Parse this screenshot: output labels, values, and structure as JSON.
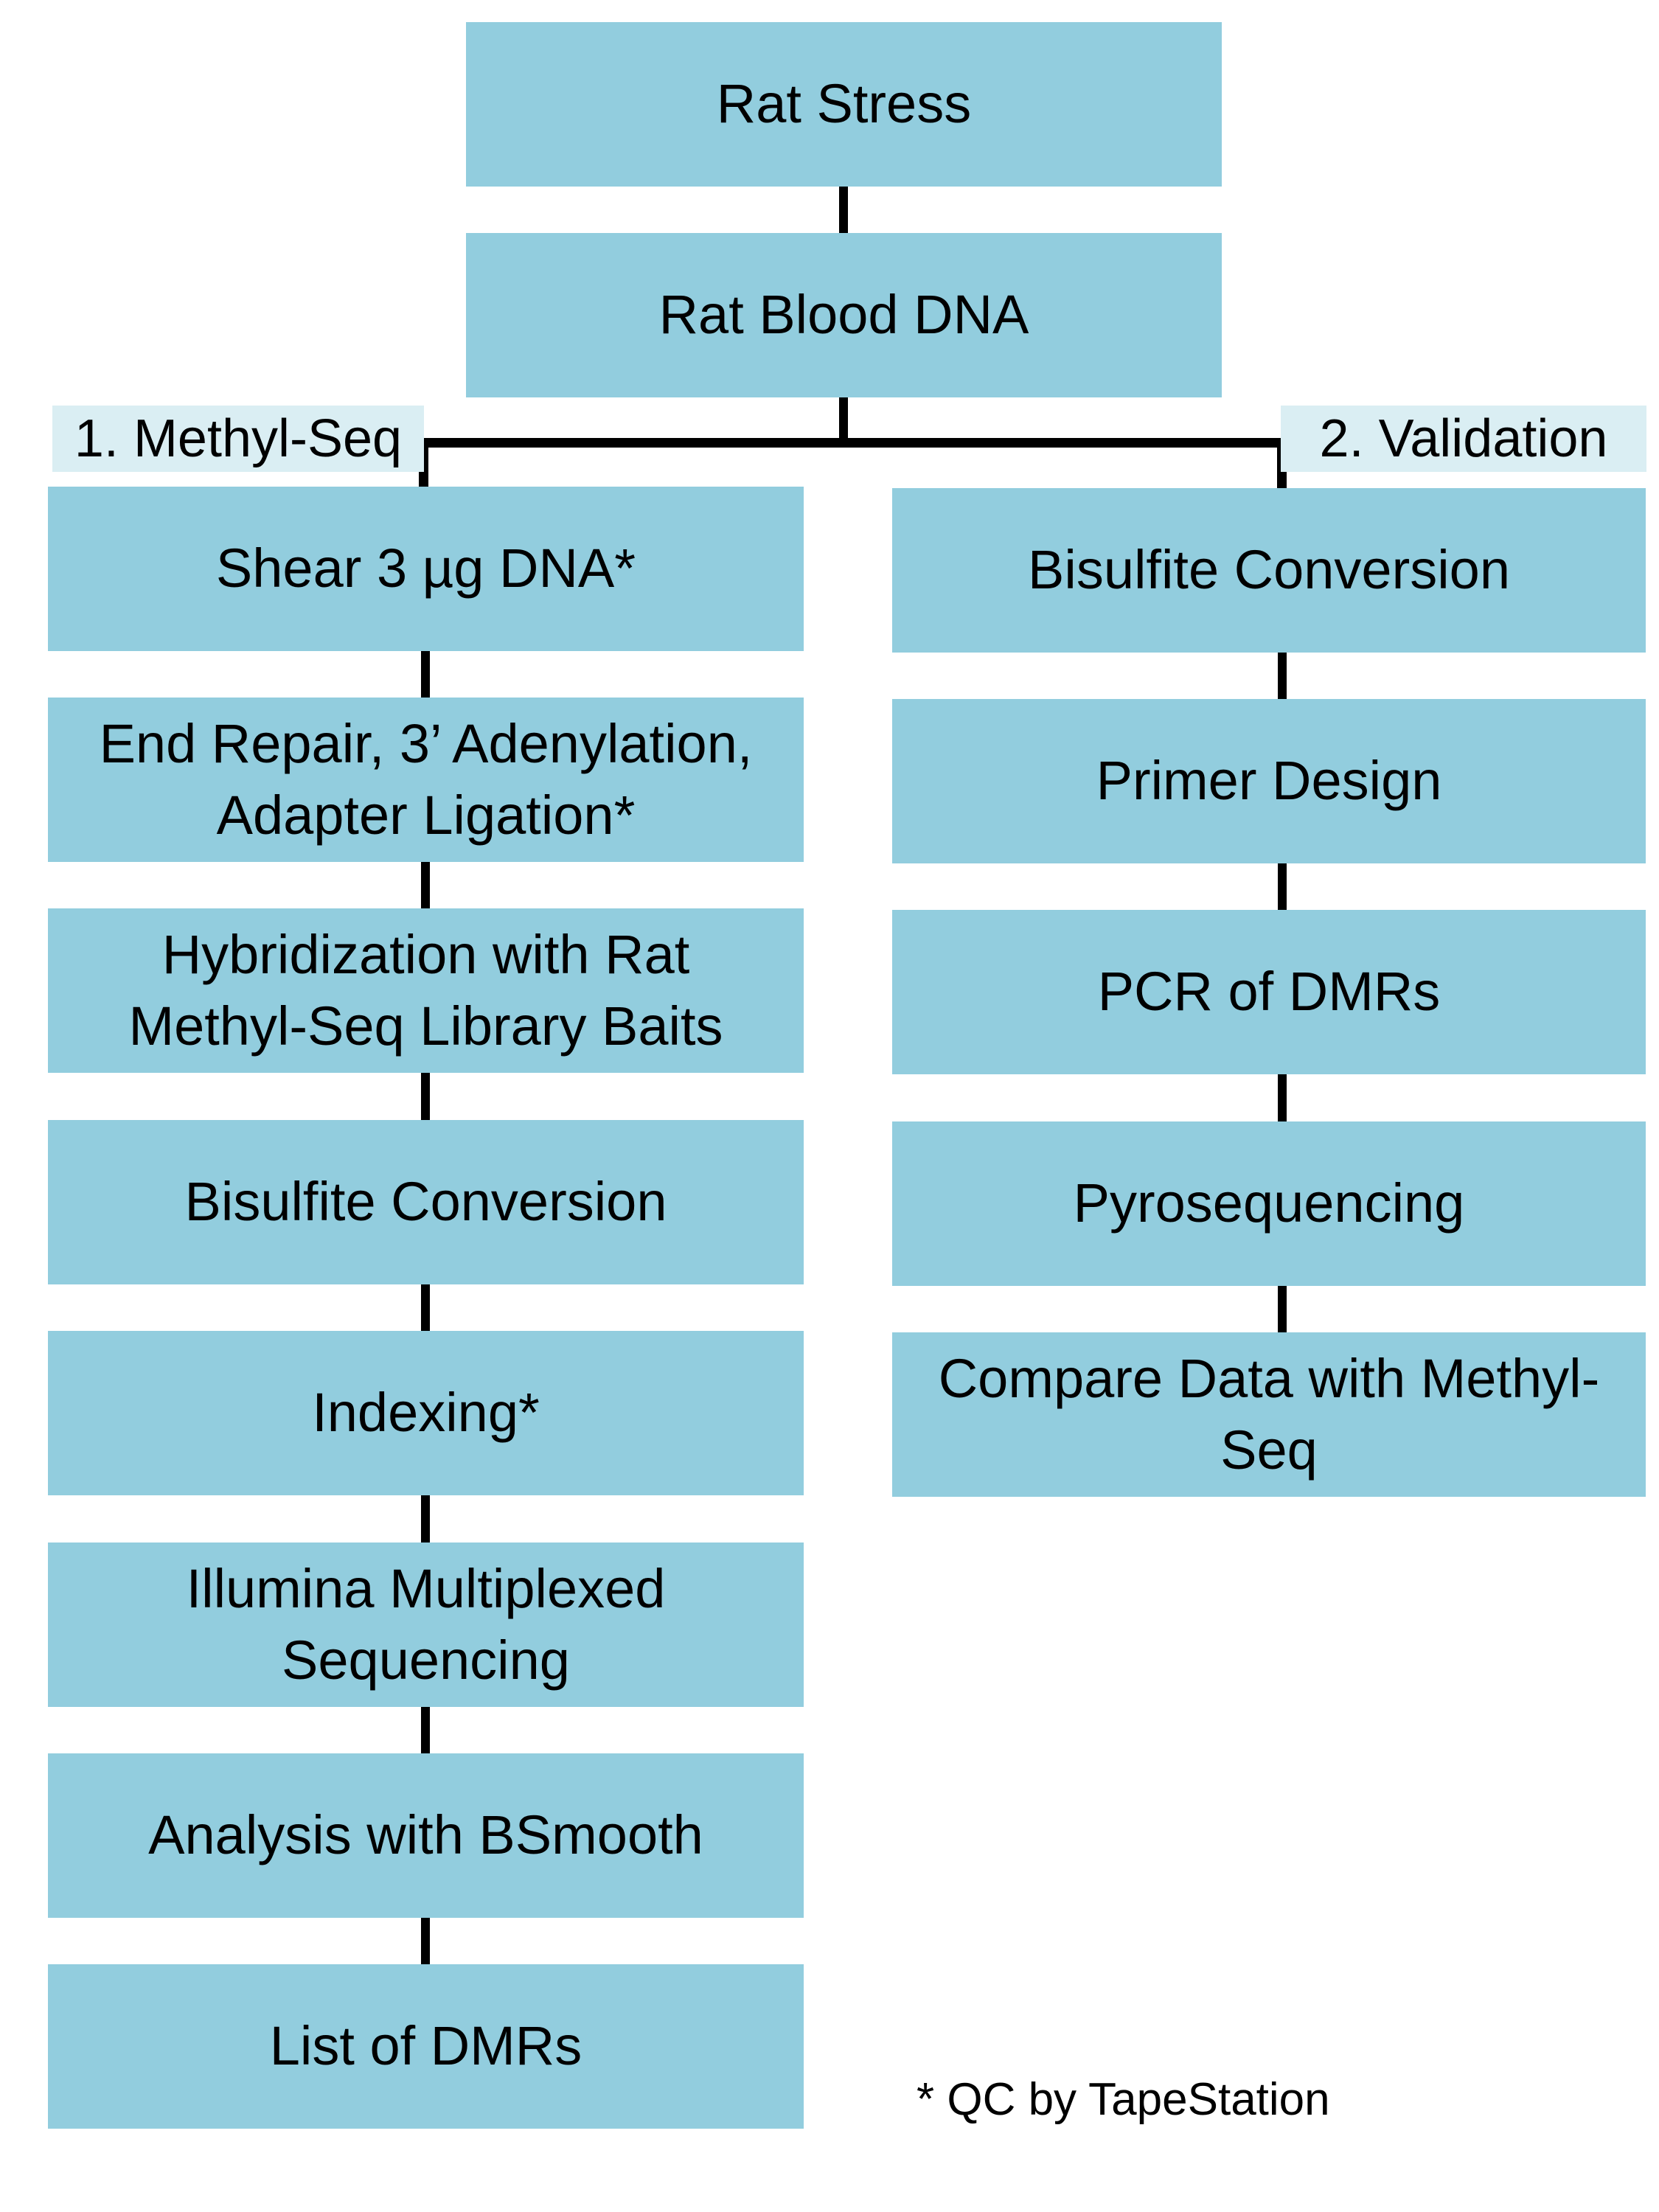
{
  "colors": {
    "node_fill": "#92cdde",
    "branch_label_fill": "#daeef3",
    "connector": "#000000",
    "text": "#000000",
    "background": "#ffffff"
  },
  "flowchart": {
    "source": {
      "label": "Rat Stress"
    },
    "sample": {
      "label": "Rat Blood DNA"
    },
    "branches": [
      {
        "name": "1. Methyl-Seq",
        "steps": [
          "Shear 3 µg DNA*",
          "End Repair, 3’ Adenylation,\nAdapter Ligation*",
          "Hybridization with Rat\nMethyl-Seq Library Baits",
          "Bisulfite Conversion",
          "Indexing*",
          "Illumina Multiplexed\nSequencing",
          "Analysis with BSmooth",
          "List of DMRs"
        ]
      },
      {
        "name": "2. Validation",
        "steps": [
          "Bisulfite Conversion",
          "Primer Design",
          "PCR of DMRs",
          "Pyrosequencing",
          "Compare Data with Methyl-\nSeq"
        ]
      }
    ],
    "footnote": "* QC by TapeStation"
  }
}
